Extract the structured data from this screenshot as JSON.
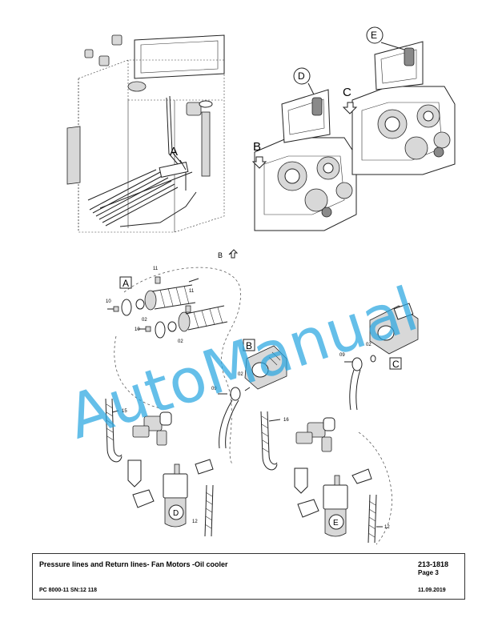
{
  "document": {
    "title": "Pressure lines and Return lines- Fan Motors -Oil cooler",
    "number": "213-1818",
    "page": "Page 3",
    "machine": "PC 8000-11 SN:12 118",
    "date": "11.09.2019"
  },
  "view_labels": {
    "a_main": "A",
    "b_main": "B",
    "c_main": "C",
    "d_main": "D",
    "e_main": "E",
    "b_arrow": "B",
    "a_box": "A",
    "b_box": "B",
    "c_box": "C",
    "d_filter": "D",
    "e_filter": "E"
  },
  "callouts": {
    "c11a": "11",
    "c11b": "11",
    "c10a": "10",
    "c10b": "10",
    "c02a": "02",
    "c02b": "02",
    "c02c": "02",
    "c02d": "02",
    "c09a": "09",
    "c09b": "09",
    "c15": "15",
    "c16": "16",
    "c12a": "12",
    "c12b": "12"
  },
  "watermark": "AutoManual",
  "colors": {
    "watermark": "#29a6e0",
    "line": "#222222"
  }
}
